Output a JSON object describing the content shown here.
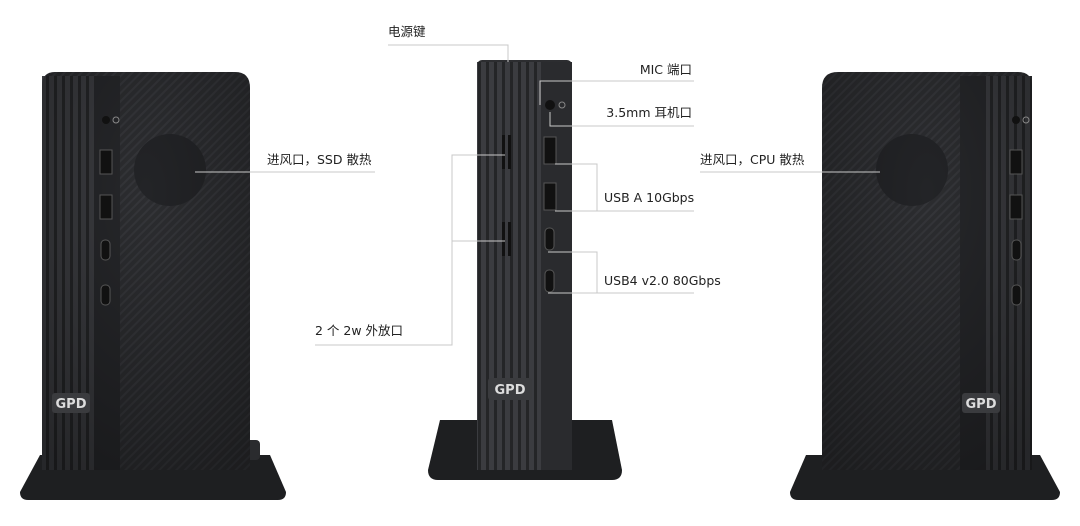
{
  "product": {
    "brand_logo": "GPD"
  },
  "callouts": {
    "power_button": "电源键",
    "mic_port": "MIC 端口",
    "headphone_port": "3.5mm 耳机口",
    "ssd_intake": "进风口，SSD 散热",
    "usb_a": "USB A 10Gbps",
    "usb4": "USB4 v2.0 80Gbps",
    "speakers": "2 个 2w 外放口",
    "cpu_intake": "进风口，CPU 散热"
  },
  "colors": {
    "body": "#2a2b2d",
    "rib": "#3a3b3e",
    "stand": "#1e1f21",
    "line": "#c8c8c8"
  }
}
